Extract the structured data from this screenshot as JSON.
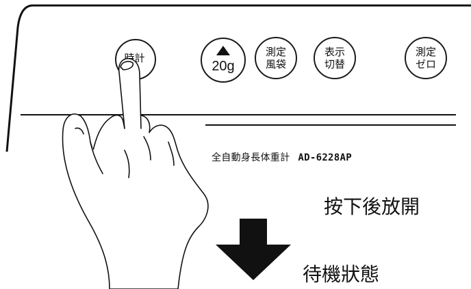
{
  "buttons": {
    "tokei": {
      "label": "時計"
    },
    "tare": {
      "arrow_icon": "triangle-up-icon",
      "label": "20g"
    },
    "kazebukuro": {
      "line1": "測定",
      "line2": "風袋"
    },
    "hyoji": {
      "line1": "表示",
      "line2": "切替"
    },
    "zero": {
      "line1": "測定",
      "line2": "ゼロ"
    }
  },
  "panel": {
    "model_name": "全自動身長体重計",
    "model_code": "AD-6228AP"
  },
  "instructions": {
    "press_and_release": "按下後放開",
    "standby": "待機狀態"
  },
  "icons": {
    "hand": "pointing-hand-icon",
    "arrow": "down-arrow-icon"
  },
  "colors": {
    "ink": "#111111",
    "background": "#ffffff"
  }
}
